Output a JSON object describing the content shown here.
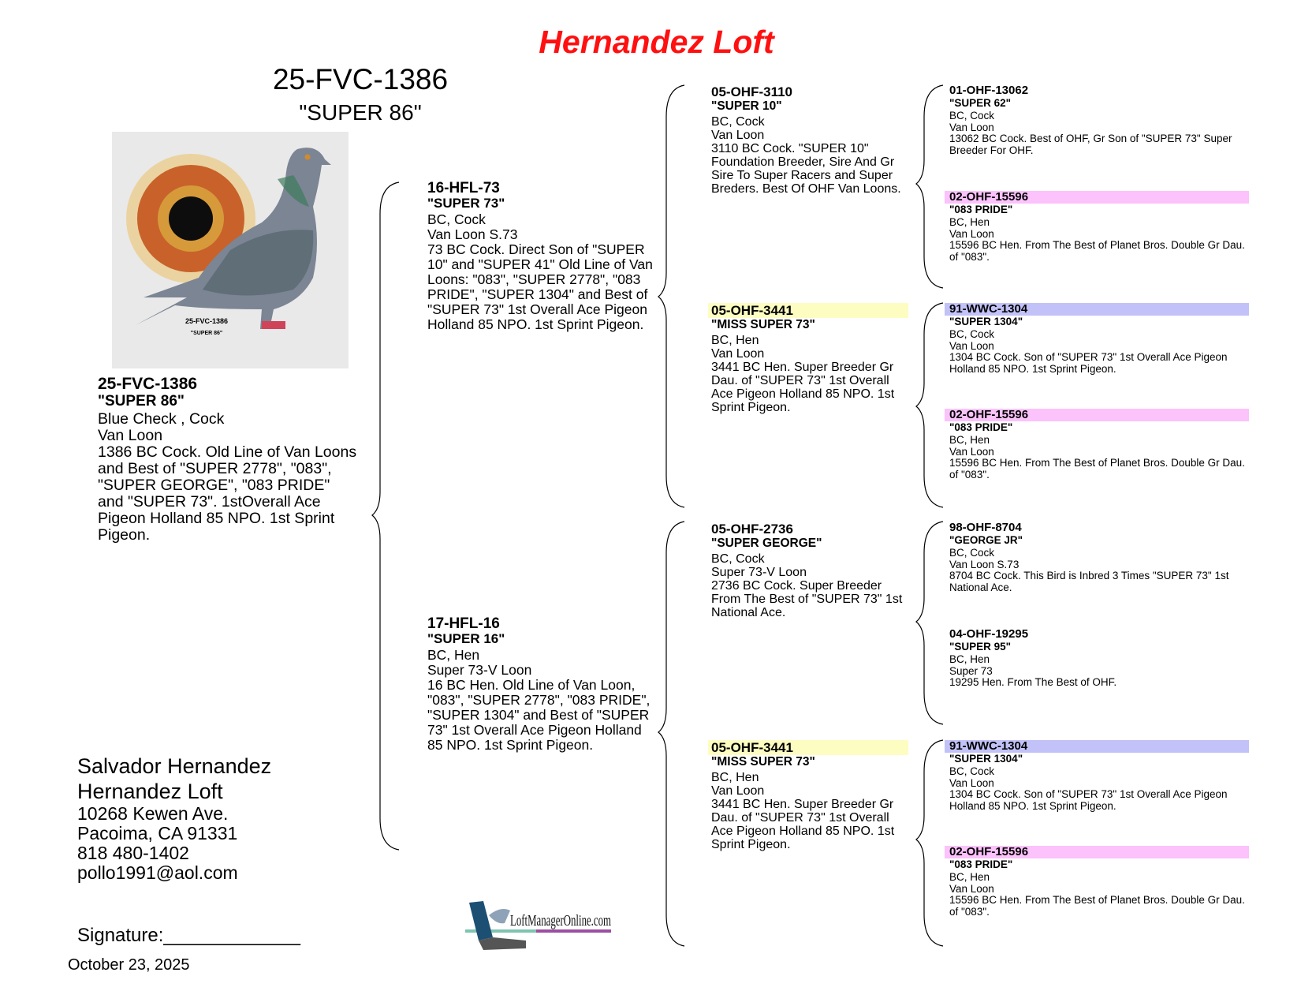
{
  "header": {
    "loft_title": "Hernandez Loft",
    "band": "25-FVC-1386",
    "name": "\"SUPER 86\""
  },
  "photo": {
    "caption_band": "25-FVC-1386",
    "caption_name": "\"SUPER 86\""
  },
  "pedigree": {
    "subject": {
      "band": "25-FVC-1386",
      "name": "\"SUPER 86\"",
      "color_sex": "Blue Check  , Cock",
      "strain": "Van Loon",
      "notes": "1386 BC Cock. Old Line of Van Loons and Best of \"SUPER 2778\", \"083\", \"SUPER GEORGE\", \"083 PRIDE\" and \"SUPER 73\". 1stOverall Ace Pigeon Holland 85 NPO. 1st Sprint Pigeon."
    },
    "sire": {
      "band": "16-HFL-73",
      "name": "\"SUPER 73\"",
      "color_sex": "BC, Cock",
      "strain": "Van Loon S.73",
      "notes": "73 BC Cock. Direct Son of \"SUPER 10\" and \"SUPER 41\" Old Line of Van Loons: \"083\", \"SUPER 2778\", \"083 PRIDE\", \"SUPER 1304\" and Best of \"SUPER 73\" 1st Overall Ace Pigeon Holland 85 NPO. 1st Sprint Pigeon."
    },
    "dam": {
      "band": "17-HFL-16",
      "name": "\"SUPER 16\"",
      "color_sex": "BC, Hen",
      "strain": "Super 73-V Loon",
      "notes": "16 BC Hen. Old Line of Van Loon, \"083\", \"SUPER 2778\", \"083 PRIDE\", \"SUPER 1304\" and Best of \"SUPER 73\" 1st Overall Ace Pigeon Holland 85 NPO. 1st Sprint Pigeon."
    },
    "grandparents": [
      {
        "band": "05-OHF-3110",
        "name": "\"SUPER 10\"",
        "color_sex": "BC, Cock",
        "strain": "Van Loon",
        "notes": "3110 BC Cock. \"SUPER 10\" Foundation Breeder, Sire And Gr Sire To Super Racers and Super Breders. Best Of OHF Van Loons.",
        "highlight": ""
      },
      {
        "band": "05-OHF-3441",
        "name": "\"MISS SUPER 73\"",
        "color_sex": "BC, Hen",
        "strain": "Van Loon",
        "notes": "3441 BC Hen. Super Breeder Gr Dau. of \"SUPER 73\" 1st Overall Ace Pigeon Holland 85 NPO. 1st Sprint Pigeon.",
        "highlight": "#fdfdc2"
      },
      {
        "band": "05-OHF-2736",
        "name": "\"SUPER GEORGE\"",
        "color_sex": "BC, Cock",
        "strain": "Super 73-V Loon",
        "notes": "2736 BC Cock. Super Breeder From The Best of \"SUPER 73\" 1st National Ace.",
        "highlight": ""
      },
      {
        "band": "05-OHF-3441",
        "name": "\"MISS SUPER 73\"",
        "color_sex": "BC, Hen",
        "strain": "Van Loon",
        "notes": "3441 BC Hen. Super Breeder Gr Dau. of \"SUPER 73\" 1st Overall Ace Pigeon Holland 85 NPO. 1st Sprint Pigeon.",
        "highlight": "#fdfdc2"
      }
    ],
    "great_grandparents": [
      {
        "band": "01-OHF-13062",
        "name": "\"SUPER 62\"",
        "color_sex": "BC, Cock",
        "strain": "Van Loon",
        "notes": "13062 BC Cock. Best of OHF, Gr Son of \"SUPER 73\" Super Breeder For OHF.",
        "highlight": ""
      },
      {
        "band": "02-OHF-15596",
        "name": "\"083 PRIDE\"",
        "color_sex": "BC, Hen",
        "strain": "Van Loon",
        "notes": "15596 BC Hen. From The Best of Planet Bros. Double Gr Dau. of \"083\".",
        "highlight": "#fbc2fb"
      },
      {
        "band": "91-WWC-1304",
        "name": "\"SUPER 1304\"",
        "color_sex": "BC, Cock",
        "strain": "Van Loon",
        "notes": "1304 BC Cock. Son  of \"SUPER 73\" 1st Overall Ace Pigeon Holland 85 NPO.  1st Sprint Pigeon.",
        "highlight": "#c2c2f8"
      },
      {
        "band": "02-OHF-15596",
        "name": "\"083 PRIDE\"",
        "color_sex": "BC, Hen",
        "strain": "Van Loon",
        "notes": "15596 BC Hen. From The Best of Planet Bros. Double Gr Dau. of \"083\".",
        "highlight": "#fbc2fb"
      },
      {
        "band": "98-OHF-8704",
        "name": "\"GEORGE JR\"",
        "color_sex": "BC, Cock",
        "strain": "Van Loon S.73",
        "notes": "8704 BC Cock. This Bird is Inbred 3 Times \"SUPER 73\" 1st National Ace.",
        "highlight": ""
      },
      {
        "band": "04-OHF-19295",
        "name": "\"SUPER 95\"",
        "color_sex": "BC, Hen",
        "strain": "Super 73",
        "notes": "19295 Hen. From The Best of OHF.",
        "highlight": ""
      },
      {
        "band": "91-WWC-1304",
        "name": "\"SUPER 1304\"",
        "color_sex": "BC, Cock",
        "strain": "Van Loon",
        "notes": "1304 BC Cock. Son  of \"SUPER 73\" 1st Overall Ace Pigeon Holland 85 NPO.  1st Sprint Pigeon.",
        "highlight": "#c2c2f8"
      },
      {
        "band": "02-OHF-15596",
        "name": "\"083 PRIDE\"",
        "color_sex": "BC, Hen",
        "strain": "Van Loon",
        "notes": "15596 BC Hen. From The Best of Planet Bros. Double Gr Dau. of \"083\".",
        "highlight": "#fbc2fb"
      }
    ]
  },
  "owner": {
    "name": "Salvador Hernandez",
    "loft": "Hernandez Loft",
    "address": "10268 Kewen Ave.",
    "city": "Pacoima, CA 91331",
    "phone": "818 480-1402",
    "email": "pollo1991@aol.com"
  },
  "footer": {
    "signature_label": "Signature:_____________",
    "date": "October 23, 2025",
    "logo_text": "LoftManagerOnline.com"
  },
  "colors": {
    "title": "#ff1010",
    "sire_highlight": "#c2c2f8",
    "dam_highlight": "#fbc2fb",
    "hen_highlight": "#fdfdc2"
  }
}
